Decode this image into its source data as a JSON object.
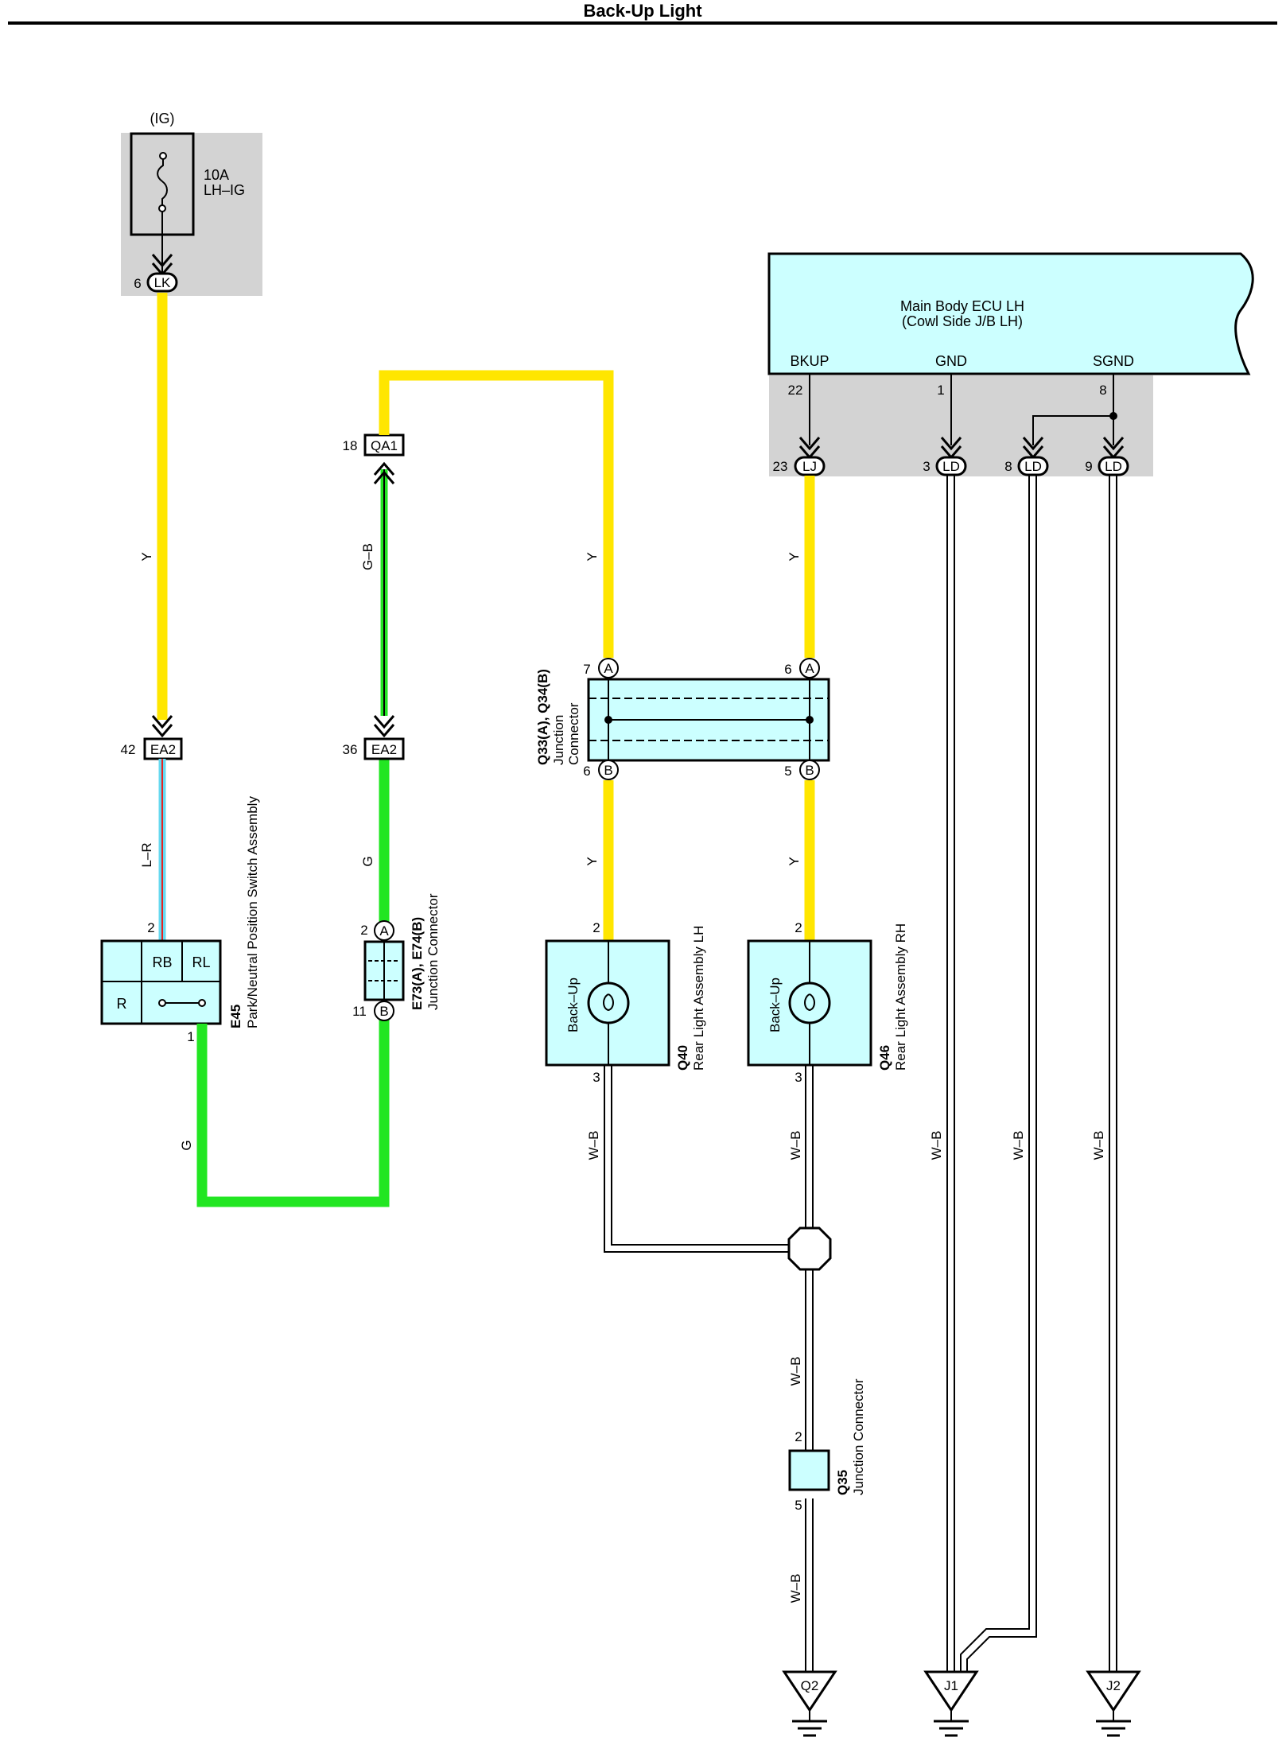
{
  "title": "Back-Up Light",
  "colors": {
    "yellow": "#ffe600",
    "green": "#22e622",
    "light_blue": "#66d9f0",
    "red": "#e62020",
    "component_fill": "#ccffff",
    "gray_area": "#d3d3d3",
    "line": "#000000"
  },
  "fuse": {
    "supply": "(IG)",
    "rating": "10A",
    "name": "LH–IG",
    "pin": "6",
    "connector": "LK"
  },
  "ecu": {
    "name_line1": "Main Body ECU LH",
    "name_line2": "(Cowl Side J/B LH)",
    "terminals": [
      {
        "name": "BKUP",
        "pin": "22",
        "conn_pin": "23",
        "connector": "LJ"
      },
      {
        "name": "GND",
        "pin": "1",
        "conn_pin": "3",
        "connector": "LD"
      },
      {
        "name": "SGND",
        "pin": "8",
        "conn_pin": "9",
        "connector": "LD"
      }
    ],
    "extra_conn_pin": "8",
    "extra_connector": "LD"
  },
  "connectors": {
    "qa1": {
      "pin": "18",
      "name": "QA1"
    },
    "ea2_left": {
      "pin": "42",
      "name": "EA2"
    },
    "ea2_mid": {
      "pin": "36",
      "name": "EA2"
    }
  },
  "wires": {
    "y": "Y",
    "gb": "G–B",
    "g": "G",
    "lr": "L–R",
    "wb": "W–B"
  },
  "switch": {
    "code": "E45",
    "name": "Park/Neutral Position Switch Assembly",
    "cells": [
      "RB",
      "RL",
      "R"
    ],
    "pin_top": "2",
    "pin_bottom": "1"
  },
  "jc_e73": {
    "code": "E73(A), E74(B)",
    "name": "Junction Connector",
    "pin_top": "2",
    "letter_top": "A",
    "pin_bottom": "11",
    "letter_bottom": "B"
  },
  "jc_q33": {
    "code": "Q33(A), Q34(B)",
    "name_line1": "Junction",
    "name_line2": "Connector",
    "pins": {
      "left_top": "7",
      "right_top": "6",
      "left_bottom": "6",
      "right_bottom": "5"
    },
    "letter_top": "A",
    "letter_bottom": "B"
  },
  "lamp_lh": {
    "code": "Q40",
    "name": "Rear Light Assembly LH",
    "bulb": "Back–Up",
    "pin_top": "2",
    "pin_bottom": "3"
  },
  "lamp_rh": {
    "code": "Q46",
    "name": "Rear Light Assembly RH",
    "bulb": "Back–Up",
    "pin_top": "2",
    "pin_bottom": "3"
  },
  "jc_q35": {
    "code": "Q35",
    "name": "Junction Connector",
    "pin_top": "2",
    "pin_bottom": "5"
  },
  "grounds": [
    "Q2",
    "J1",
    "J2"
  ]
}
